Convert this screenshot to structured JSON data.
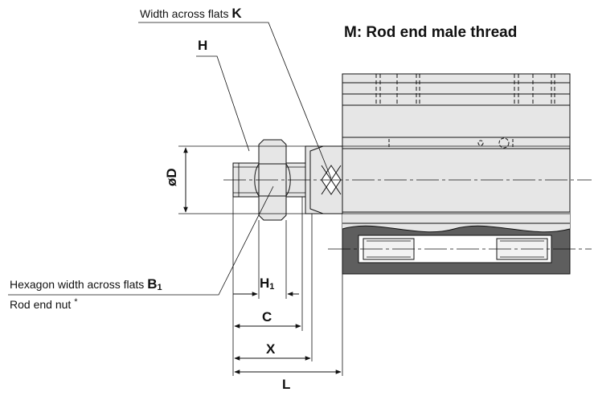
{
  "title": "M: Rod end male thread",
  "callouts": {
    "k_label": "Width across flats ",
    "k_symbol": "K",
    "h_symbol": "H",
    "b1_label": "Hexagon width across flats ",
    "b1_symbol": "B",
    "b1_sub": "1",
    "nut_label": "Rod end nut",
    "nut_mark": "*"
  },
  "dimensions": {
    "phi_d": "øD",
    "h1": "H",
    "h1_sub": "1",
    "c": "C",
    "x": "X",
    "l": "L"
  }
}
